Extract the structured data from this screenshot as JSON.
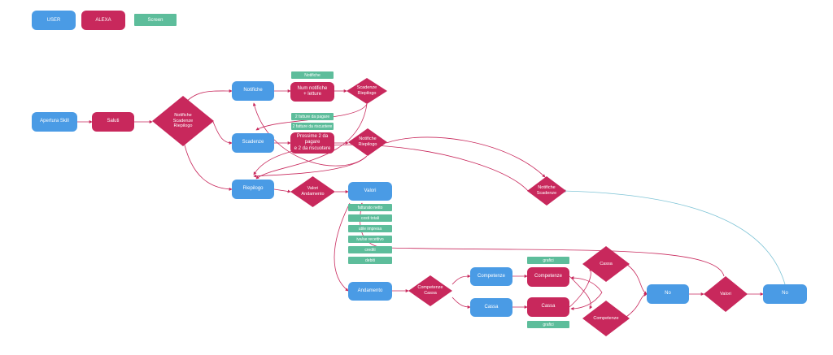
{
  "colors": {
    "user": "#4a9be5",
    "alexa": "#c8285c",
    "screen": "#5dbd9b",
    "edge": "#c8285c",
    "edge_alt": "#7fc4d6"
  },
  "legend": {
    "user": "USER",
    "alexa": "ALEXA",
    "screen": "Screen"
  },
  "nodes": {
    "apertura": "Apertura Skill",
    "saluti": "Saluti",
    "d_notifiche_scadenze_riepilogo": "Notifiche\nScadenze\nRiepilogo",
    "notifiche": "Notifiche",
    "scadenze": "Scadenze",
    "riepilogo": "Riepilogo",
    "screen_notifiche": "Notifiche",
    "num_notifiche": "Num notifiche\n+ letture",
    "d_scadenze_riepilogo": "Scadenze\nRiepilogo",
    "screen_fatture_pagare": "2 fatture da pagare",
    "screen_fatture_riscuotere": "2 fatture da riscuotere",
    "prossime": "Prossime 2 da pagare\ne 2 da riscuotere",
    "d_notifiche_riepilogo": "Notifiche\nRiepilogo",
    "d_valori_andamento": "Valori\nAndamento",
    "valori": "Valori",
    "screen_fatturato": "fatturato netto",
    "screen_costi": "costi totali",
    "screen_utile": "utile impresa",
    "screen_iva": "iva/se recettivo",
    "screen_crediti": "crediti",
    "screen_debiti": "debiti",
    "d_notifiche_scadenze": "Notifiche\nScadenze",
    "andamento": "Andamento",
    "d_competenze_cassa": "Competenze\nCassa",
    "competenze_user": "Competenze",
    "cassa_user": "Cassa",
    "screen_grafici_top": "grafici",
    "competenze_alexa": "Competenze",
    "cassa_alexa": "Cassa",
    "screen_grafici_bottom": "grafici",
    "d_cassa": "Cassa",
    "d_competenze": "Competenze",
    "no_user": "No",
    "d_valori": "Valori",
    "no_user_2": "No"
  }
}
